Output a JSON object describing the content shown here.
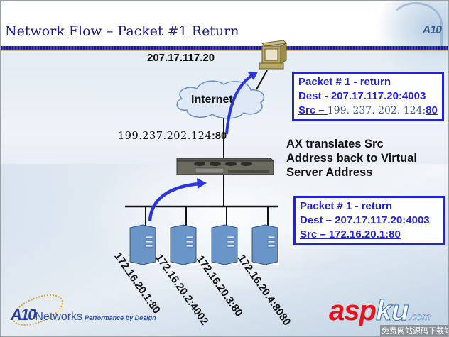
{
  "slide": {
    "title": "Network Flow – Packet #1 Return",
    "corner_logo": "A10"
  },
  "client": {
    "ip": "207.17.117.20"
  },
  "internet": {
    "label": "Internet"
  },
  "ax": {
    "vip_label_ip": "199.237.202.124",
    "vip_label_port": ":80",
    "note_lines": [
      "AX translates Src",
      "Address back to Virtual",
      "Server Address"
    ]
  },
  "packet_top": {
    "line1": "Packet # 1 - return",
    "line2": "Dest - 207.17.117.20:4003",
    "line3_prefix": "Src – ",
    "line3_ip": "199. 237. 202. 124:",
    "line3_port": "80"
  },
  "packet_bottom": {
    "line1": "Packet # 1 - return",
    "line2": "Dest – 207.17.117.20:4003",
    "line3": "Src – 172.16.20.1:80"
  },
  "servers": [
    {
      "label": "172.16.20.1:80"
    },
    {
      "label": "172.16.20.2:4002"
    },
    {
      "label": "172.16.20.3:80"
    },
    {
      "label": "172.16.20.4:8080"
    }
  ],
  "footer": {
    "brand": "A10",
    "brand_word": "Networks",
    "tagline": "Performance by Design"
  },
  "watermark": {
    "asp": "asp",
    "ku": "ku",
    "com": ".com",
    "cn": "免费网站源码下载站!"
  },
  "colors": {
    "accent_blue": "#2222dd",
    "arrow_blue": "#2b35e0",
    "title_blue": "#1a1a8c"
  }
}
